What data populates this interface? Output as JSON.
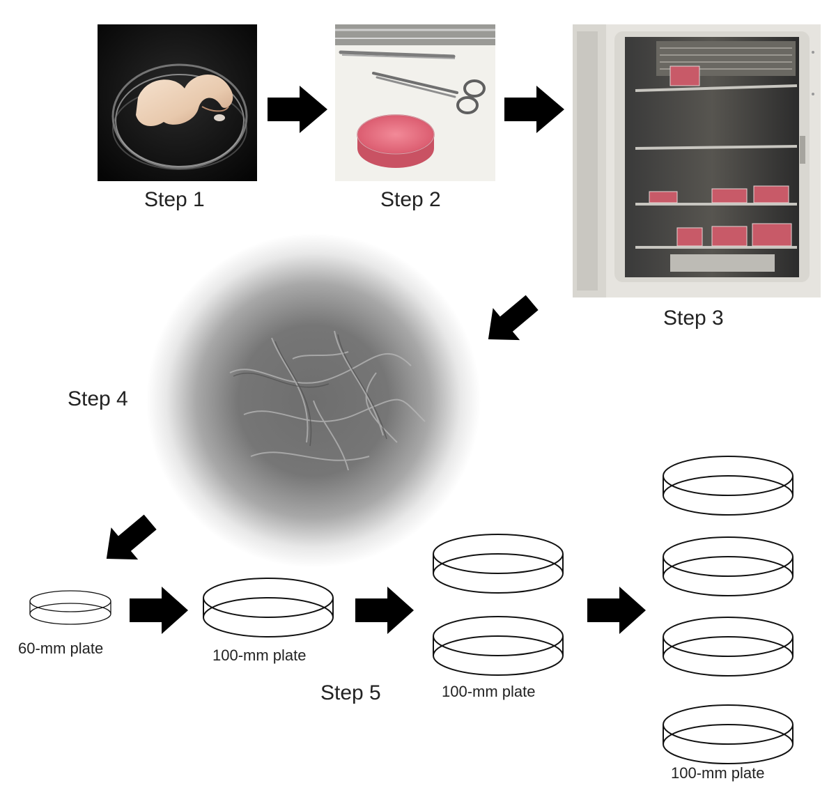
{
  "steps": {
    "step1": "Step 1",
    "step2": "Step 2",
    "step3": "Step 3",
    "step4": "Step 4",
    "step5": "Step 5"
  },
  "plates": {
    "small": "60-mm plate",
    "single_100": "100-mm plate",
    "pair_100": "100-mm plate",
    "quad_100": "100-mm plate"
  },
  "images": {
    "step1": "tissue-in-petri-dish-photo",
    "step2": "mincing-tools-and-dish-photo",
    "step3": "incubator-photo",
    "step4": "cell-culture-micrograph"
  },
  "colors": {
    "arrow": "#000000",
    "plate_stroke": "#111111",
    "medium_pink": "#e46f80"
  }
}
